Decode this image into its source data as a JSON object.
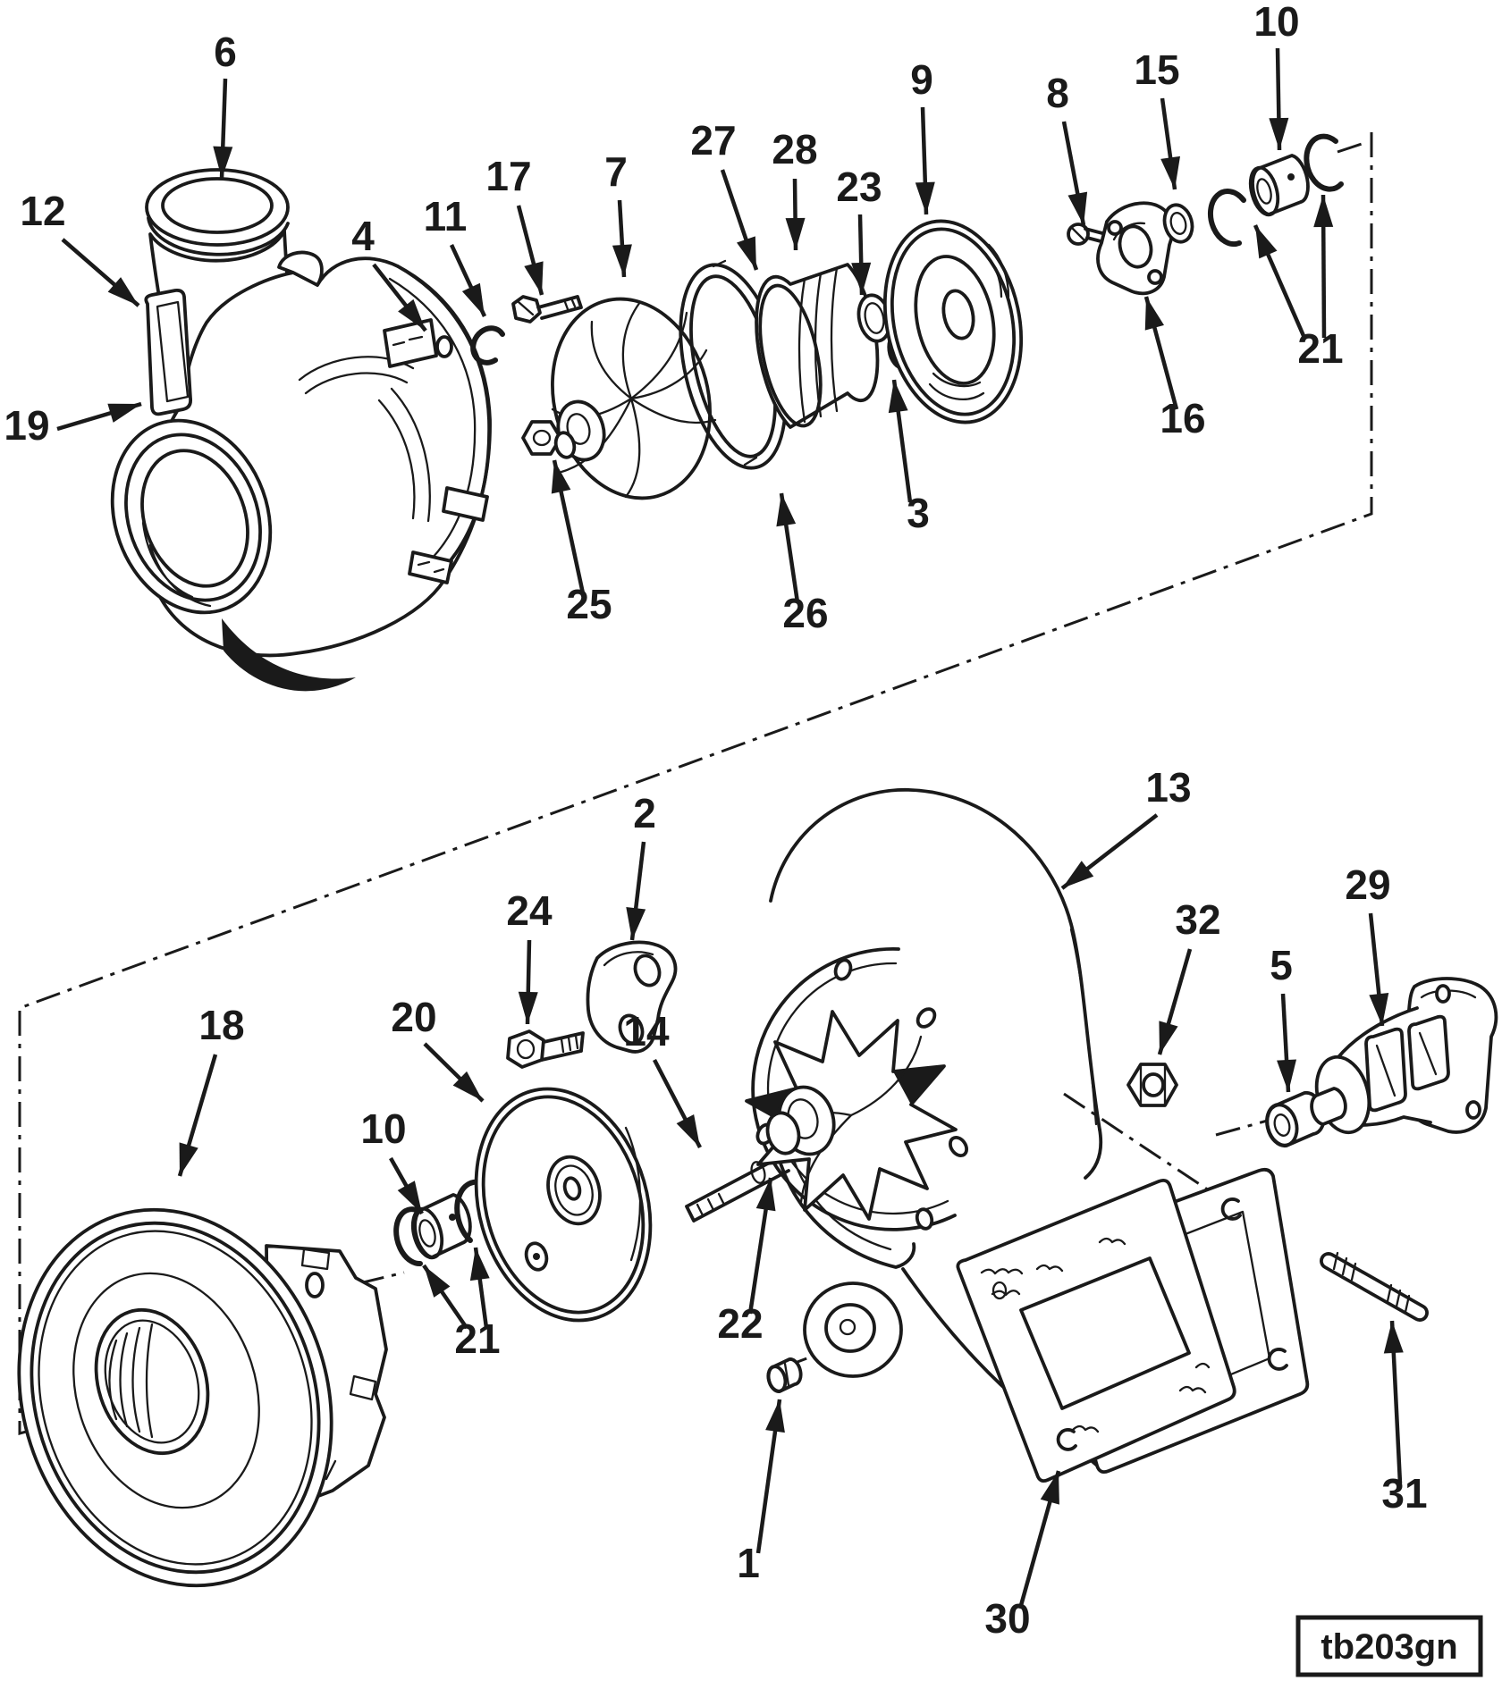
{
  "figure": {
    "code_label": "tb203gn",
    "callouts": [
      {
        "id": "c6",
        "label": "6"
      },
      {
        "id": "c12",
        "label": "12"
      },
      {
        "id": "c19",
        "label": "19"
      },
      {
        "id": "c4",
        "label": "4"
      },
      {
        "id": "c11",
        "label": "11"
      },
      {
        "id": "c17",
        "label": "17"
      },
      {
        "id": "c7",
        "label": "7"
      },
      {
        "id": "c27",
        "label": "27"
      },
      {
        "id": "c28",
        "label": "28"
      },
      {
        "id": "c23",
        "label": "23"
      },
      {
        "id": "c9",
        "label": "9"
      },
      {
        "id": "c8",
        "label": "8"
      },
      {
        "id": "c15",
        "label": "15"
      },
      {
        "id": "c10-top",
        "label": "10"
      },
      {
        "id": "c16",
        "label": "16"
      },
      {
        "id": "c21-top",
        "label": "21"
      },
      {
        "id": "c25",
        "label": "25"
      },
      {
        "id": "c26",
        "label": "26"
      },
      {
        "id": "c3",
        "label": "3"
      },
      {
        "id": "c2",
        "label": "2"
      },
      {
        "id": "c24",
        "label": "24"
      },
      {
        "id": "c13",
        "label": "13"
      },
      {
        "id": "c32",
        "label": "32"
      },
      {
        "id": "c5",
        "label": "5"
      },
      {
        "id": "c29",
        "label": "29"
      },
      {
        "id": "c18",
        "label": "18"
      },
      {
        "id": "c20",
        "label": "20"
      },
      {
        "id": "c10-bottom",
        "label": "10"
      },
      {
        "id": "c14",
        "label": "14"
      },
      {
        "id": "c21-bottom",
        "label": "21"
      },
      {
        "id": "c22",
        "label": "22"
      },
      {
        "id": "c1",
        "label": "1"
      },
      {
        "id": "c30",
        "label": "30"
      },
      {
        "id": "c31",
        "label": "31"
      }
    ]
  },
  "colors": {
    "ink": "#1a1a1a",
    "background": "#ffffff"
  }
}
